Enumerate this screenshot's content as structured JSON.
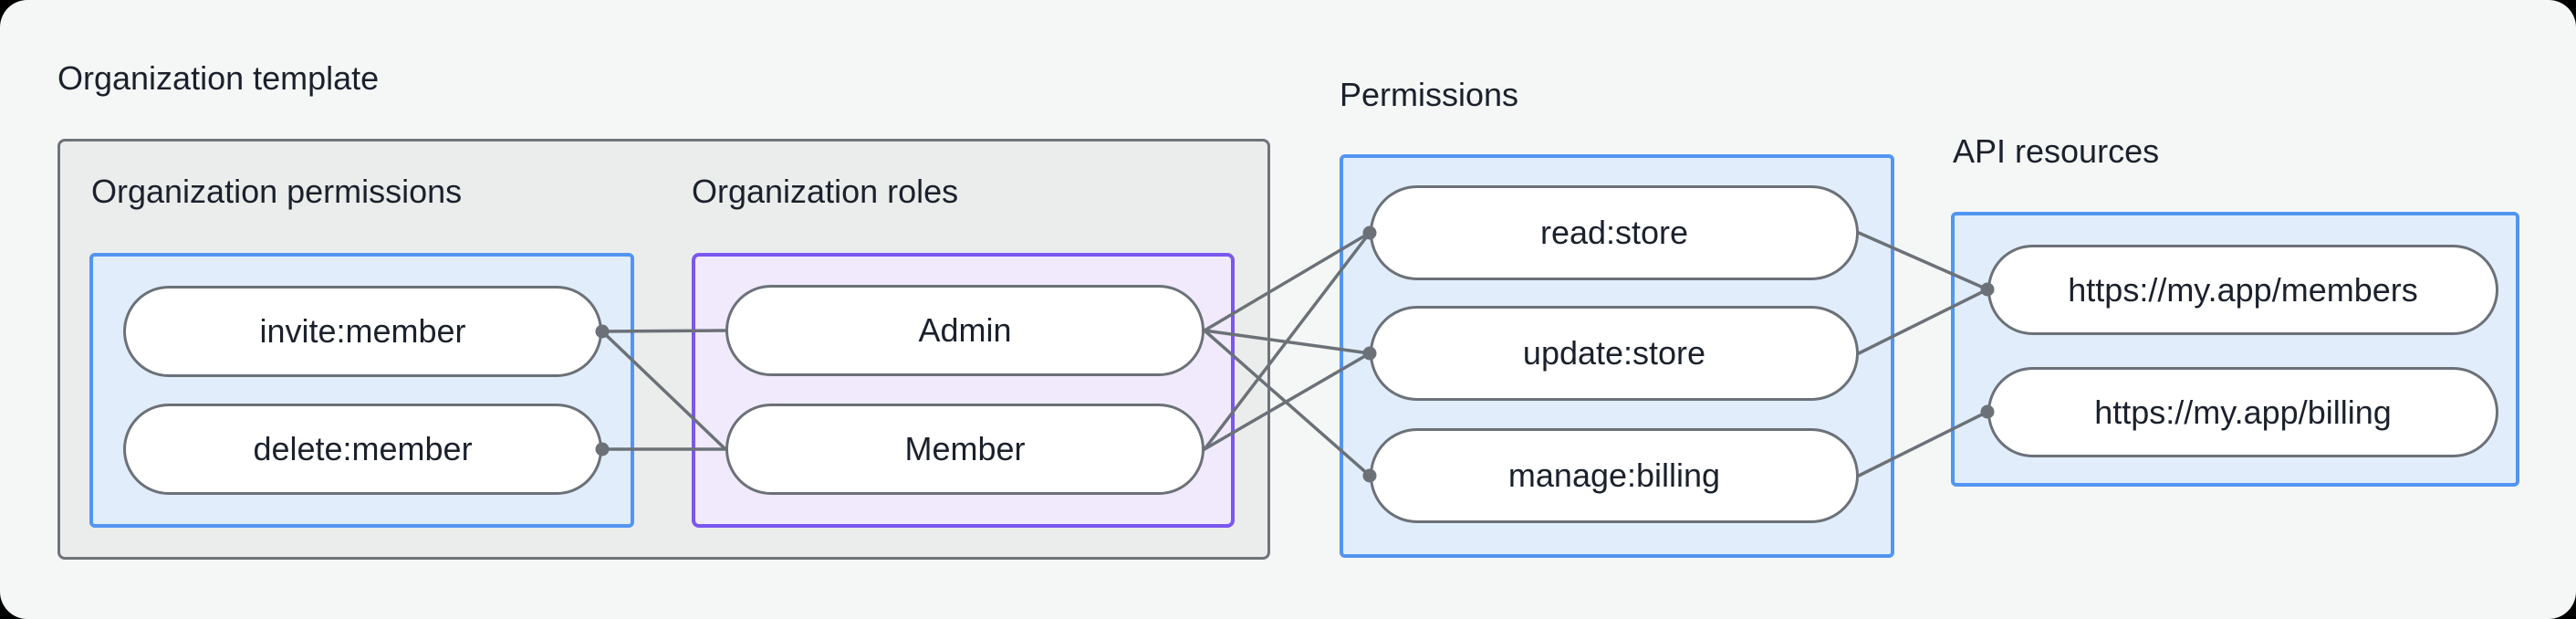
{
  "titles": {
    "org_template": "Organization template",
    "org_permissions": "Organization permissions",
    "org_roles": "Organization roles",
    "permissions": "Permissions",
    "api_resources": "API resources"
  },
  "nodes": {
    "invite_member": "invite:member",
    "delete_member": "delete:member",
    "admin": "Admin",
    "member": "Member",
    "read_store": "read:store",
    "update_store": "update:store",
    "manage_billing": "manage:billing",
    "members_url": "https://my.app/members",
    "billing_url": "https://my.app/billing"
  },
  "edges": [
    {
      "from": "invite:member",
      "to": "Admin"
    },
    {
      "from": "invite:member",
      "to": "Member"
    },
    {
      "from": "delete:member",
      "to": "Member"
    },
    {
      "from": "Admin",
      "to": "read:store"
    },
    {
      "from": "Admin",
      "to": "update:store"
    },
    {
      "from": "Admin",
      "to": "manage:billing"
    },
    {
      "from": "Member",
      "to": "read:store"
    },
    {
      "from": "Member",
      "to": "update:store"
    },
    {
      "from": "read:store",
      "to": "https://my.app/members"
    },
    {
      "from": "update:store",
      "to": "https://my.app/members"
    },
    {
      "from": "manage:billing",
      "to": "https://my.app/billing"
    }
  ],
  "colors": {
    "page_bg": "#f5f7f6",
    "outer_bg": "#000000",
    "gray_box_fill": "#ebedec",
    "gray_box_border": "#6e747a",
    "blue_box_fill": "#e1edfb",
    "blue_box_border": "#5295f2",
    "purple_box_fill": "#f0eafc",
    "purple_box_border": "#7a57f0",
    "pill_fill": "#ffffff",
    "pill_border": "#6b7177",
    "edge_line": "#6b7177",
    "text": "#1b212c"
  }
}
